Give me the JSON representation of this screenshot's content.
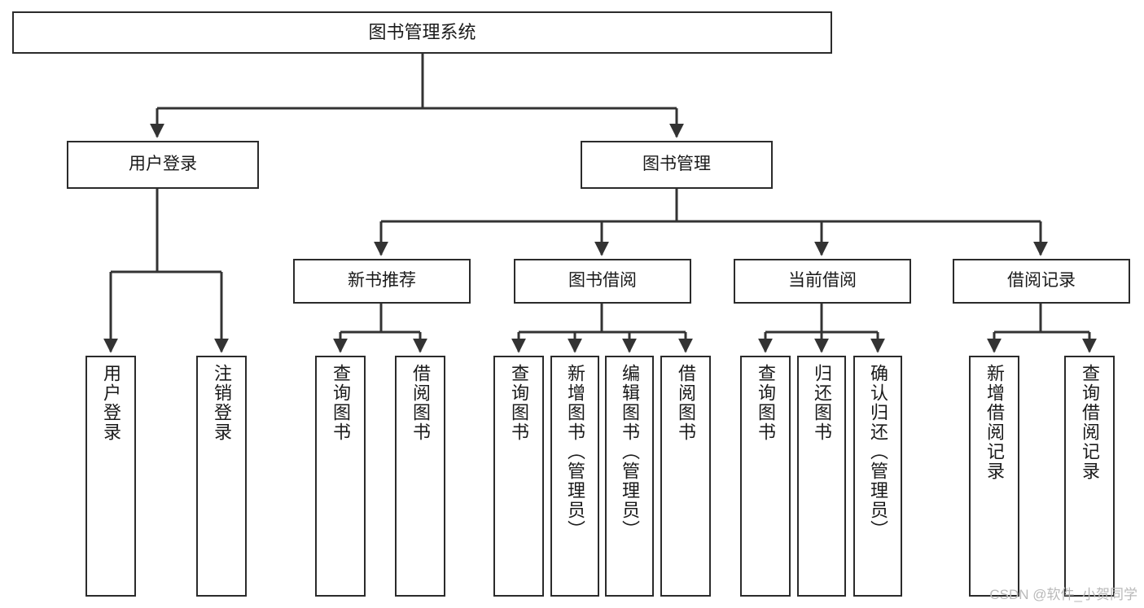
{
  "diagram": {
    "title": "图书管理系统",
    "watermark": "CSDN @软件_小贺同学",
    "colors": {
      "box_border": "#2b2b2b",
      "box_fill": "#ffffff",
      "connector": "#333333",
      "text": "#1a1a1a",
      "watermark": "#b9b9b9"
    },
    "root": {
      "label": "图书管理系统"
    },
    "level2": [
      {
        "label": "用户登录"
      },
      {
        "label": "图书管理"
      }
    ],
    "level3": [
      {
        "label": "新书推荐"
      },
      {
        "label": "图书借阅"
      },
      {
        "label": "当前借阅"
      },
      {
        "label": "借阅记录"
      }
    ],
    "leaves": [
      {
        "label": "用户登录",
        "parent": "用户登录"
      },
      {
        "label": "注销登录",
        "parent": "用户登录"
      },
      {
        "label": "查询图书",
        "parent": "新书推荐"
      },
      {
        "label": "借阅图书",
        "parent": "新书推荐"
      },
      {
        "label": "查询图书",
        "parent": "图书借阅"
      },
      {
        "label": "新增图书（管理员）",
        "parent": "图书借阅"
      },
      {
        "label": "编辑图书（管理员）",
        "parent": "图书借阅"
      },
      {
        "label": "借阅图书",
        "parent": "图书借阅"
      },
      {
        "label": "查询图书",
        "parent": "当前借阅"
      },
      {
        "label": "归还图书",
        "parent": "当前借阅"
      },
      {
        "label": "确认归还（管理员）",
        "parent": "当前借阅"
      },
      {
        "label": "新增借阅记录",
        "parent": "借阅记录"
      },
      {
        "label": "查询借阅记录",
        "parent": "借阅记录"
      }
    ]
  }
}
